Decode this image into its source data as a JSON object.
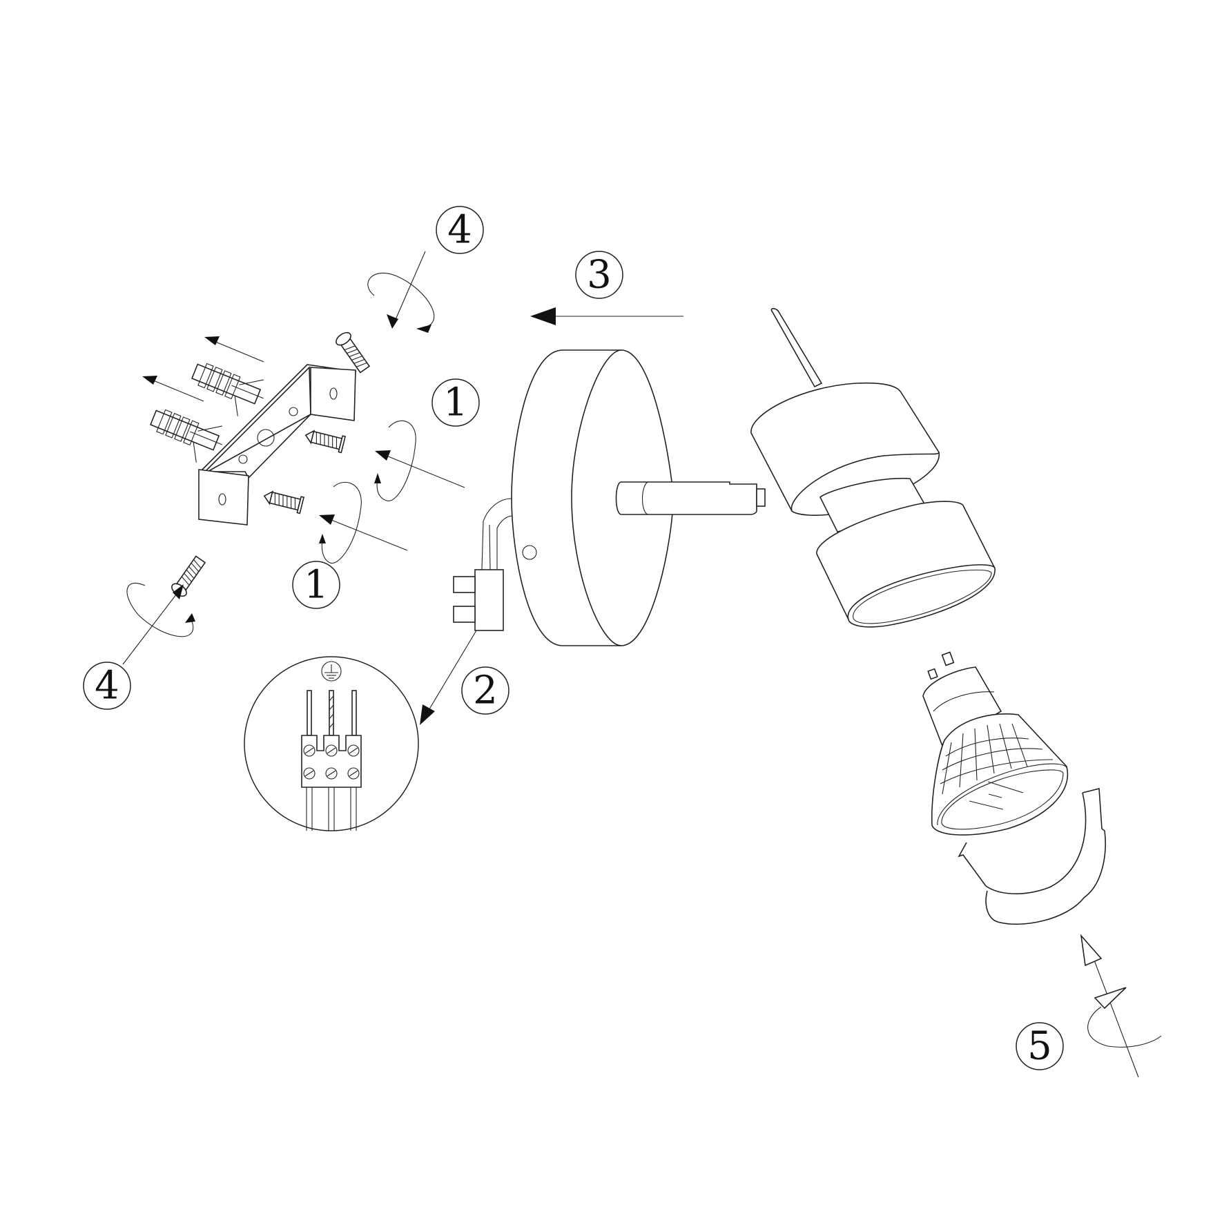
{
  "diagram": {
    "title": "Wall spotlight installation diagram",
    "stroke_color": "#222222",
    "background_color": "#ffffff",
    "steps": [
      {
        "id": "step-4-top",
        "label": "4",
        "description": "screw into bracket (top)"
      },
      {
        "id": "step-1-upper",
        "label": "1",
        "description": "fix bracket screw with wall plug (upper)"
      },
      {
        "id": "step-1-lower",
        "label": "1",
        "description": "fix bracket screw with wall plug (lower)"
      },
      {
        "id": "step-4-bottom",
        "label": "4",
        "description": "screw into bracket (bottom)"
      },
      {
        "id": "step-3",
        "label": "3",
        "description": "mount base onto bracket"
      },
      {
        "id": "step-2",
        "label": "2",
        "description": "connect wires to terminal block"
      },
      {
        "id": "step-5",
        "label": "5",
        "description": "insert bulb and twist lock cover"
      }
    ],
    "parts": [
      "mounting-bracket",
      "wall-plug",
      "wood-screw",
      "machine-screw",
      "wall-base-plate",
      "terminal-block",
      "spot-head",
      "gu10-bulb",
      "bulb-retaining-cover"
    ],
    "detail_inset": {
      "symbol": "earth-ground",
      "wires": 3
    }
  }
}
